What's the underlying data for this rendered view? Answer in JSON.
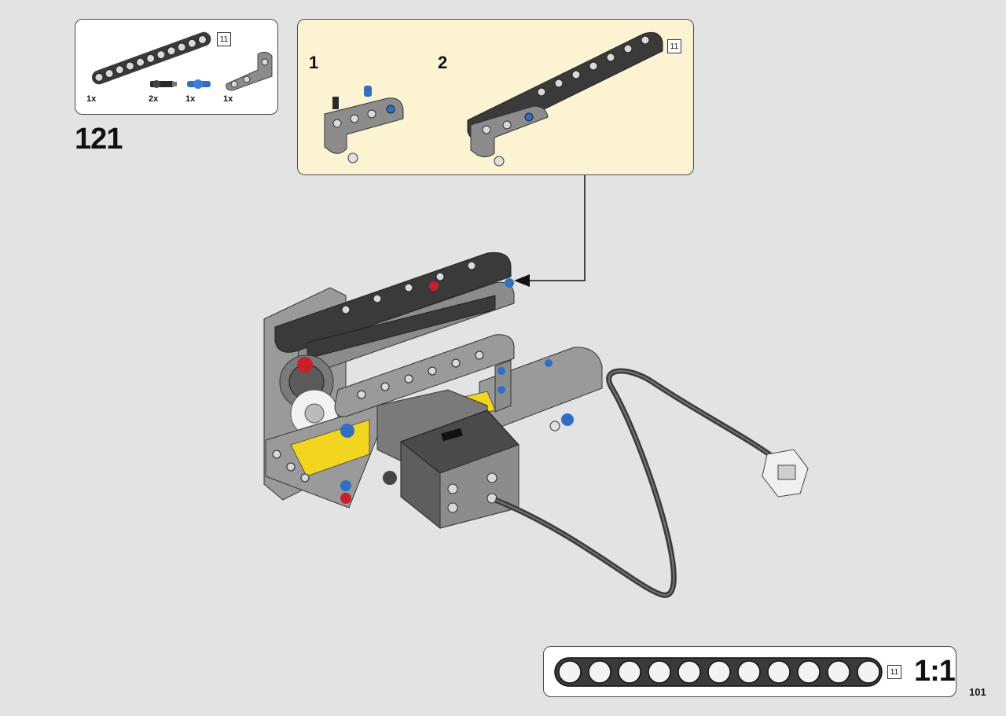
{
  "parts_list": {
    "items": [
      {
        "qty": "1x",
        "part": "beam-11"
      },
      {
        "qty": "2x",
        "part": "axle-pin-black"
      },
      {
        "qty": "1x",
        "part": "connector-pin-blue"
      },
      {
        "qty": "1x",
        "part": "angle-beam-grey"
      }
    ],
    "beam_length": "11"
  },
  "step": {
    "number": "121"
  },
  "subassembly": {
    "sub_steps": [
      "1",
      "2"
    ],
    "beam_length": "11"
  },
  "scale": {
    "beam_length": "11",
    "label": "1:1"
  },
  "page": {
    "number": "101"
  },
  "colors": {
    "subassembly_bg": "#fcf3d2",
    "page_bg": "#e3e3e3",
    "beam_dark": "#3a3a3a",
    "beam_grey": "#8c8c8c",
    "pin_blue": "#2f6fc4",
    "pin_red": "#c8202a",
    "frame_yellow": "#f2d51e"
  }
}
